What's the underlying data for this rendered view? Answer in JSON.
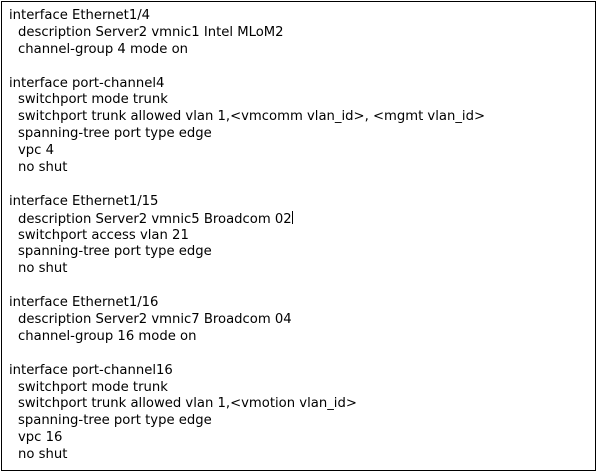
{
  "config": {
    "lines": [
      {
        "text": "interface Ethernet1/4",
        "indent": false
      },
      {
        "text": "description Server2 vmnic1 Intel MLoM2",
        "indent": true
      },
      {
        "text": "channel-group 4 mode on",
        "indent": true
      },
      {
        "text": "",
        "indent": false
      },
      {
        "text": "interface port-channel4",
        "indent": false
      },
      {
        "text": "switchport mode trunk",
        "indent": true
      },
      {
        "text": "switchport trunk allowed vlan 1,<vmcomm vlan_id>, <mgmt vlan_id>",
        "indent": true
      },
      {
        "text": "spanning-tree port type edge",
        "indent": true
      },
      {
        "text": "vpc 4",
        "indent": true
      },
      {
        "text": "no shut",
        "indent": true
      },
      {
        "text": "",
        "indent": false
      },
      {
        "text": "interface Ethernet1/15",
        "indent": false
      },
      {
        "text": "description Server2 vmnic5 Broadcom 02",
        "indent": true,
        "cursor": true
      },
      {
        "text": "switchport access vlan 21",
        "indent": true
      },
      {
        "text": "spanning-tree port type edge",
        "indent": true
      },
      {
        "text": "no shut",
        "indent": true
      },
      {
        "text": "",
        "indent": false
      },
      {
        "text": "interface Ethernet1/16",
        "indent": false
      },
      {
        "text": "description Server2 vmnic7 Broadcom 04",
        "indent": true
      },
      {
        "text": "channel-group 16 mode on",
        "indent": true
      },
      {
        "text": "",
        "indent": false
      },
      {
        "text": "interface port-channel16",
        "indent": false
      },
      {
        "text": "switchport mode trunk",
        "indent": true
      },
      {
        "text": "switchport trunk allowed vlan 1,<vmotion vlan_id>",
        "indent": true
      },
      {
        "text": "spanning-tree port type edge",
        "indent": true
      },
      {
        "text": "vpc 16",
        "indent": true
      },
      {
        "text": "no shut",
        "indent": true
      }
    ]
  }
}
